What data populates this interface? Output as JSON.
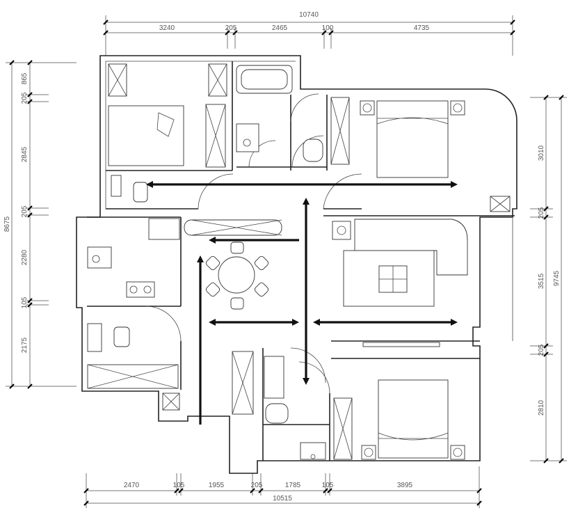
{
  "dimensions": {
    "top_total": "10740",
    "top_segments": [
      "3240",
      "205",
      "2465",
      "100",
      "4735"
    ],
    "left_total": "8675",
    "left_segments": [
      "865",
      "205",
      "2845",
      "205",
      "2280",
      "105",
      "2175"
    ],
    "right_total": "9745",
    "right_segments": [
      "3010",
      "205",
      "3515",
      "205",
      "2810"
    ],
    "bottom_total": "10515",
    "bottom_segments": [
      "2470",
      "105",
      "1955",
      "205",
      "1785",
      "105",
      "3895"
    ]
  }
}
